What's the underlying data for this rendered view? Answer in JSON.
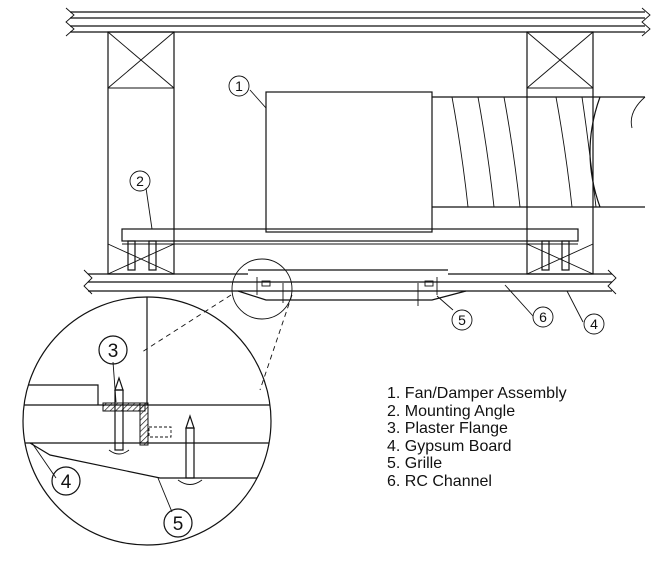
{
  "callouts": {
    "c1": "1",
    "c2": "2",
    "c3": "3",
    "c4": "4",
    "c5": "5",
    "c6": "6",
    "c4b": "4",
    "c5b": "5"
  },
  "legend": [
    "1. Fan/Damper Assembly",
    "2. Mounting Angle",
    "3. Plaster Flange",
    "4. Gypsum Board",
    "5. Grille",
    "6. RC Channel"
  ]
}
